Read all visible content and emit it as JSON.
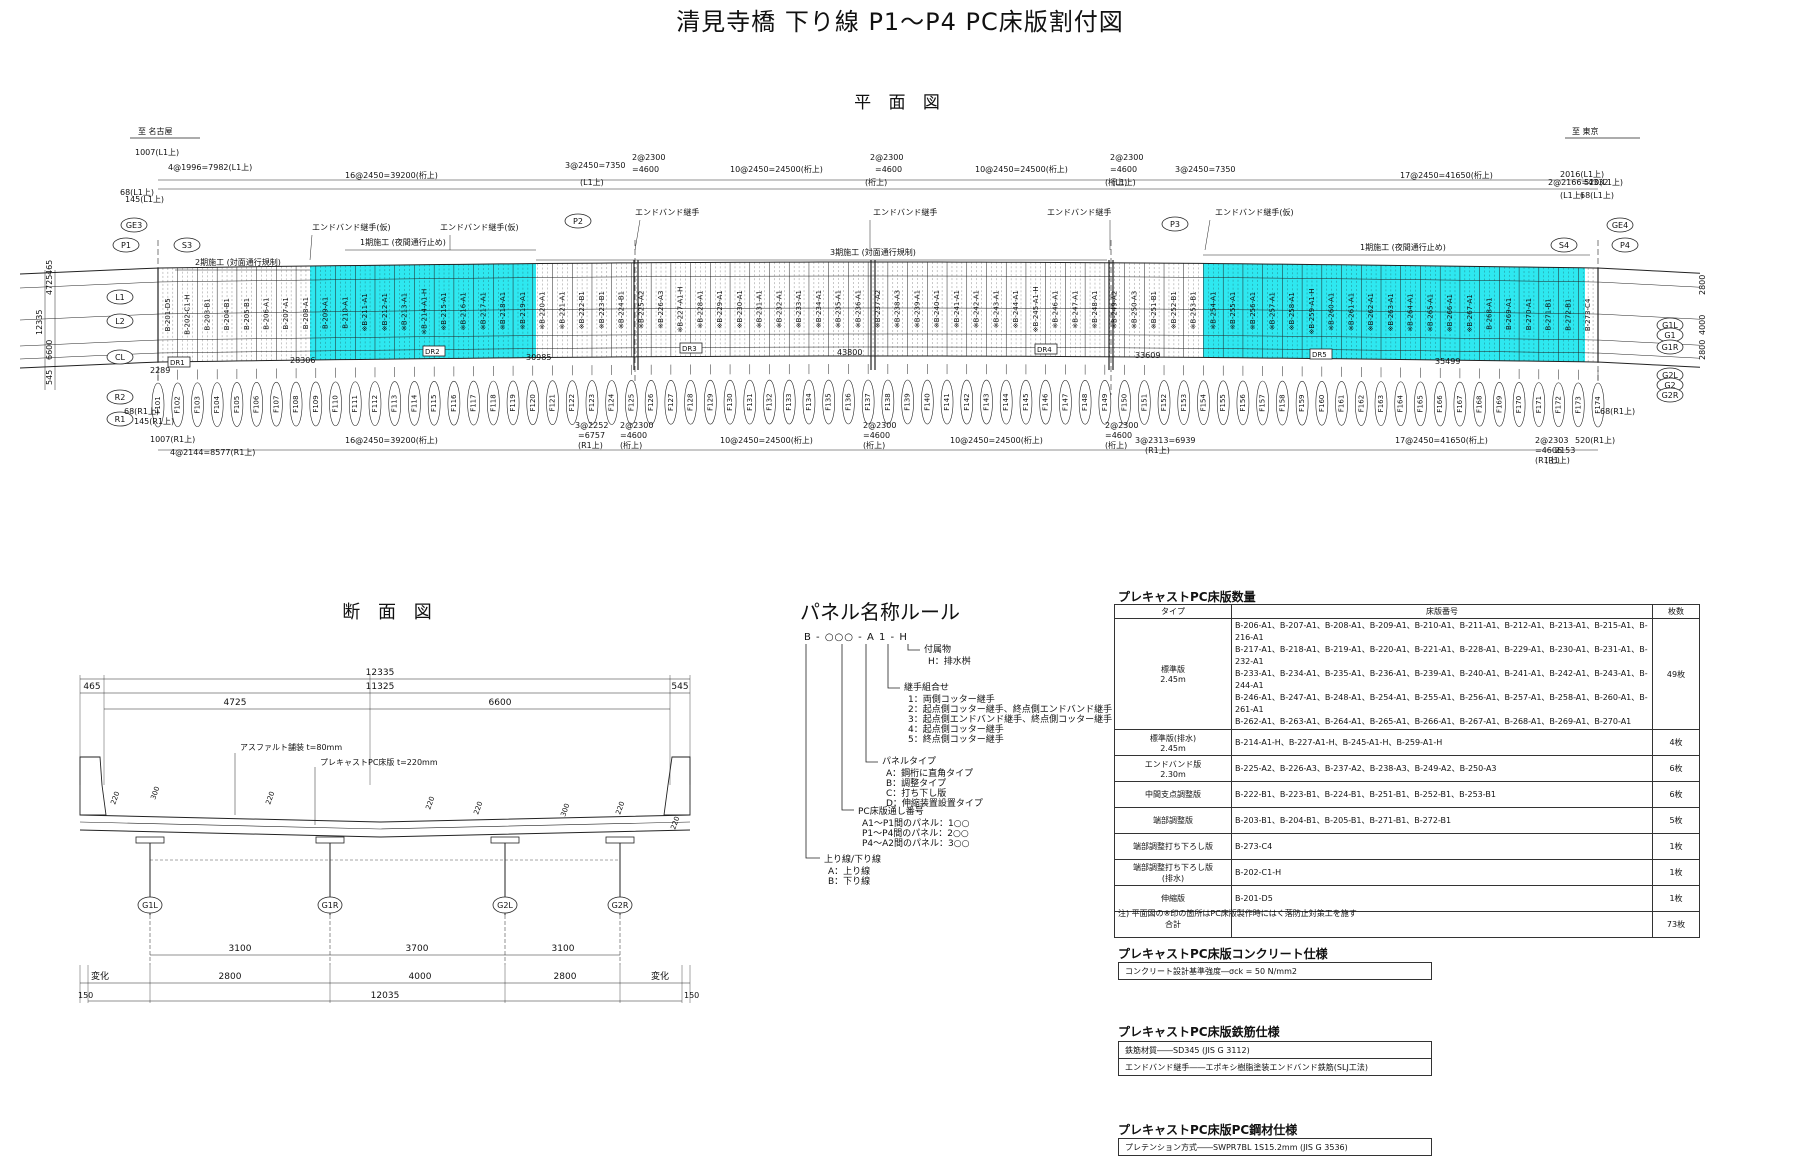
{
  "title": "清見寺橋 下り線 P1～P4 PC床版割付図",
  "plan": {
    "title": "平 面 図",
    "dir_left": "至 名古屋",
    "dir_right": "至 東京",
    "piers": [
      "P1",
      "P2",
      "P3",
      "P4"
    ],
    "supports": [
      "S3",
      "S4"
    ],
    "girder_ends": [
      "GE3",
      "GE4"
    ],
    "lines_left": [
      "L1",
      "L2",
      "CL",
      "R2",
      "R1"
    ],
    "girders_right": [
      "G1L",
      "G1",
      "G1R",
      "G2L",
      "G2",
      "G2R"
    ],
    "top_dims": [
      "1007(L1上)",
      "4@1996=7982(L1上)",
      "16@2450=39200(桁上)",
      "3@2450=7350",
      "2@2300",
      "=4600",
      "10@2450=24500(桁上)",
      "2@2300",
      "=4600",
      "10@2450=24500(桁上)",
      "2@2300",
      "=4600",
      "3@2450=7350",
      "17@2450=41650(桁上)",
      "2@2166=4332",
      "520(L1上)",
      "2016(L1上)"
    ],
    "top_small": [
      "68(L1上)",
      "145(L1上)",
      "(L1上)",
      "(桁上)",
      "(桁上)",
      "(L1上)",
      "(L1上)",
      "68(L1上)"
    ],
    "stage_labels": [
      "エンドバンド継手(仮)",
      "エンドバンド継手(仮)",
      "エンドバンド継手",
      "エンドバンド継手",
      "エンドバンド継手",
      "エンドバンド継手(仮)",
      "1期施工 (夜間通行止め)",
      "2期施工 (対面通行規制)",
      "3期施工 (対面通行規制)",
      "1期施工 (夜間通行止め)"
    ],
    "joints": [
      "DR1",
      "DR2",
      "DR3",
      "DR4",
      "DR5"
    ],
    "span_lengths": [
      "2289",
      "28306",
      "30985",
      "43800",
      "33609",
      "35499"
    ],
    "left_dims": [
      "12335",
      "4725",
      "465",
      "6600",
      "545"
    ],
    "right_dims": [
      "2800",
      "4000",
      "2800"
    ],
    "panels": [
      "B-201-D5",
      "B-202-C1-H",
      "B-203-B1",
      "B-204-B1",
      "B-205-B1",
      "B-206-A1",
      "B-207-A1",
      "B-208-A1",
      "B-209-A1",
      "B-210-A1",
      "※B-211-A1",
      "※B-212-A1",
      "※B-213-A1",
      "※B-214-A1-H",
      "※B-215-A1",
      "※B-216-A1",
      "※B-217-A1",
      "※B-218-A1",
      "※B-219-A1",
      "※B-220-A1",
      "※B-221-A1",
      "※B-222-B1",
      "※B-223-B1",
      "※B-224-B1",
      "※B-225-A2",
      "※B-226-A3",
      "※B-227-A1-H",
      "※B-228-A1",
      "※B-229-A1",
      "※B-230-A1",
      "※B-231-A1",
      "※B-232-A1",
      "※B-233-A1",
      "※B-234-A1",
      "※B-235-A1",
      "※B-236-A1",
      "※B-237-A2",
      "※B-238-A3",
      "※B-239-A1",
      "※B-240-A1",
      "※B-241-A1",
      "※B-242-A1",
      "※B-243-A1",
      "※B-244-A1",
      "※B-245-A1-H",
      "※B-246-A1",
      "※B-247-A1",
      "※B-248-A1",
      "※B-249-A2",
      "※B-250-A3",
      "※B-251-B1",
      "※B-252-B1",
      "※B-253-B1",
      "※B-254-A1",
      "※B-255-A1",
      "※B-256-A1",
      "※B-257-A1",
      "※B-258-A1",
      "※B-259-A1-H",
      "※B-260-A1",
      "※B-261-A1",
      "※B-262-A1",
      "※B-263-A1",
      "※B-264-A1",
      "※B-265-A1",
      "※B-266-A1",
      "※B-267-A1",
      "B-268-A1",
      "B-269-A1",
      "B-270-A1",
      "B-271-B1",
      "B-272-B1",
      "B-273-C4"
    ],
    "f_labels": [
      "F101",
      "F102",
      "F103",
      "F104",
      "F105",
      "F106",
      "F107",
      "F108",
      "F109",
      "F110",
      "F111",
      "F112",
      "F113",
      "F114",
      "F115",
      "F116",
      "F117",
      "F118",
      "F119",
      "F120",
      "F121",
      "F122",
      "F123",
      "F124",
      "F125",
      "F126",
      "F127",
      "F128",
      "F129",
      "F130",
      "F131",
      "F132",
      "F133",
      "F134",
      "F135",
      "F136",
      "F137",
      "F138",
      "F139",
      "F140",
      "F141",
      "F142",
      "F143",
      "F144",
      "F145",
      "F146",
      "F147",
      "F148",
      "F149",
      "F150",
      "F151",
      "F152",
      "F153",
      "F154",
      "F155",
      "F156",
      "F157",
      "F158",
      "F159",
      "F160",
      "F161",
      "F162",
      "F163",
      "F164",
      "F165",
      "F166",
      "F167",
      "F168",
      "F169",
      "F170",
      "F171",
      "F172",
      "F173",
      "F174"
    ],
    "bottom_dims": [
      "1007(R1上)",
      "4@2144=8577(R1上)",
      "16@2450=39200(桁上)",
      "3@2252",
      "=6757",
      "(R1上)",
      "2@2300",
      "=4600",
      "(桁上)",
      "10@2450=24500(桁上)",
      "2@2300",
      "=4600",
      "(桁上)",
      "10@2450=24500(桁上)",
      "2@2300",
      "=4600",
      "(桁上)",
      "3@2313=6939",
      "(R1上)",
      "17@2450=41650(桁上)",
      "2@2303",
      "=4606",
      "(R1上)",
      "520(R1上)",
      "2153",
      "(R1上)"
    ],
    "bottom_small": [
      "68(R1上)",
      "145(R1上)",
      "68(R1上)"
    ]
  },
  "section": {
    "title": "断 面 図",
    "total": "12335",
    "dims_top": [
      "465",
      "11325",
      "545"
    ],
    "dims_top2": [
      "4725",
      "6600"
    ],
    "asphalt": "アスファルト舗装 t=80mm",
    "slab": "プレキャストPC床版 t=220mm",
    "small_dims": [
      "220",
      "220",
      "300",
      "220",
      "220",
      "220",
      "300",
      "220",
      "220"
    ],
    "girders": [
      "G1L",
      "G1R",
      "G2L",
      "G2R"
    ],
    "spacing": [
      "3100",
      "3700",
      "3100"
    ],
    "bottom_parts": [
      "変化",
      "2800",
      "4000",
      "2800",
      "変化"
    ],
    "bottom_total": "12035",
    "edge": [
      "150",
      "150"
    ]
  },
  "rule": {
    "title": "パネル名称ルール",
    "code": "B - ○○○ - A 1 - H",
    "lines": [
      "付属物",
      "H：排水桝",
      "継手組合せ",
      "1：両側コッター継手",
      "2：起点側コッター継手、終点側エンドバンド継手",
      "3：起点側エンドバンド継手、終点側コッター継手",
      "4：起点側コッター継手",
      "5：終点側コッター継手",
      "パネルタイプ",
      "A：鋼桁に直角タイプ",
      "B：調整タイプ",
      "C：打ち下し版",
      "D：伸縮装置設置タイプ",
      "PC床版通し番号",
      "A1～P1間のパネル：1○○",
      "P1～P4間のパネル：2○○",
      "P4～A2間のパネル：3○○",
      "上り線/下り線",
      "A：上り線",
      "B：下り線"
    ]
  },
  "quantity": {
    "title": "プレキャストPC床版数量",
    "headers": [
      "タイプ",
      "床版番号",
      "枚数"
    ],
    "rows": [
      {
        "type": "標準版\n2.45m",
        "ids": "B-206-A1、B-207-A1、B-208-A1、B-209-A1、B-210-A1、B-211-A1、B-212-A1、B-213-A1、B-215-A1、B-216-A1\nB-217-A1、B-218-A1、B-219-A1、B-220-A1、B-221-A1、B-228-A1、B-229-A1、B-230-A1、B-231-A1、B-232-A1\nB-233-A1、B-234-A1、B-235-A1、B-236-A1、B-239-A1、B-240-A1、B-241-A1、B-242-A1、B-243-A1、B-244-A1\nB-246-A1、B-247-A1、B-248-A1、B-254-A1、B-255-A1、B-256-A1、B-257-A1、B-258-A1、B-260-A1、B-261-A1\nB-262-A1、B-263-A1、B-264-A1、B-265-A1、B-266-A1、B-267-A1、B-268-A1、B-269-A1、B-270-A1",
        "count": "49枚"
      },
      {
        "type": "標準版(排水)\n2.45m",
        "ids": "B-214-A1-H、B-227-A1-H、B-245-A1-H、B-259-A1-H",
        "count": "4枚"
      },
      {
        "type": "エンドバンド版\n2.30m",
        "ids": "B-225-A2、B-226-A3、B-237-A2、B-238-A3、B-249-A2、B-250-A3",
        "count": "6枚"
      },
      {
        "type": "中間支点調整版",
        "ids": "B-222-B1、B-223-B1、B-224-B1、B-251-B1、B-252-B1、B-253-B1",
        "count": "6枚"
      },
      {
        "type": "端部調整版",
        "ids": "B-203-B1、B-204-B1、B-205-B1、B-271-B1、B-272-B1",
        "count": "5枚"
      },
      {
        "type": "端部調整打ち下ろし版",
        "ids": "B-273-C4",
        "count": "1枚"
      },
      {
        "type": "端部調整打ち下ろし版\n(排水)",
        "ids": "B-202-C1-H",
        "count": "1枚"
      },
      {
        "type": "伸縮版",
        "ids": "B-201-D5",
        "count": "1枚"
      },
      {
        "type": "合計",
        "ids": "",
        "count": "73枚"
      }
    ],
    "note": "注) 平面図の※印の箇所はPC床版製作時にはく落防止対策工を施す"
  },
  "concrete": {
    "title": "プレキャストPC床版コンクリート仕様",
    "rows": [
      "コンクリート設計基準強度―σck = 50 N/mm2"
    ]
  },
  "rebar": {
    "title": "プレキャストPC床版鉄筋仕様",
    "rows": [
      "鉄筋材質――SD345 (JIS G 3112)",
      "エンドバンド継手――エポキシ樹脂塗装エンドバンド鉄筋(SLJ工法)"
    ]
  },
  "steel": {
    "title": "プレキャストPC床版PC鋼材仕様",
    "rows": [
      "プレテンション方式――SWPR7BL 1S15.2mm (JIS G 3536)"
    ]
  },
  "colors": {
    "highlight": "#2ee8f0",
    "line": "#222222"
  }
}
